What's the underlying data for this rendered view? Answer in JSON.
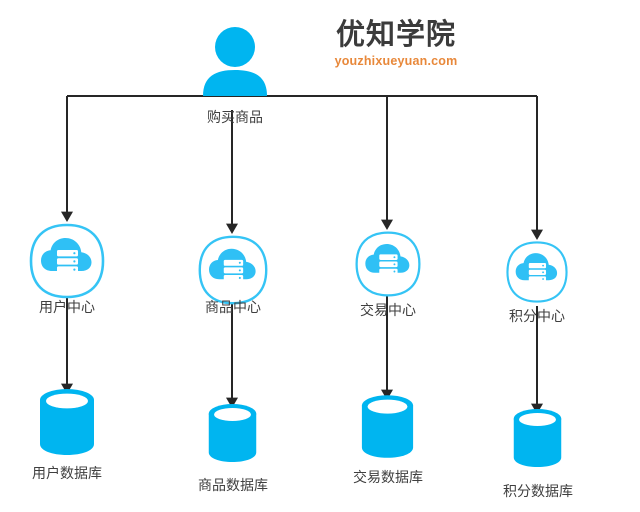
{
  "brand": {
    "title": "优知学院",
    "url": "youzhixueyuan.com",
    "title_color": "#3b3b3b",
    "url_color": "#e8883a"
  },
  "theme": {
    "accent": "#00b5f0",
    "accent_light": "#35c4f5",
    "line": "#262626",
    "text": "#3f3f3f",
    "background": "#ffffff"
  },
  "diagram": {
    "type": "tree",
    "actor": {
      "icon": "user-icon",
      "label": "购买商品"
    },
    "services": [
      {
        "icon": "cloud-server-icon",
        "label": "用户中心"
      },
      {
        "icon": "cloud-server-icon",
        "label": "商品中心"
      },
      {
        "icon": "cloud-server-icon",
        "label": "交易中心"
      },
      {
        "icon": "cloud-server-icon",
        "label": "积分中心"
      }
    ],
    "databases": [
      {
        "icon": "database-cylinder-icon",
        "label": "用户数据库"
      },
      {
        "icon": "database-cylinder-icon",
        "label": "商品数据库"
      },
      {
        "icon": "database-cylinder-icon",
        "label": "交易数据库"
      },
      {
        "icon": "database-cylinder-icon",
        "label": "积分数据库"
      }
    ]
  }
}
